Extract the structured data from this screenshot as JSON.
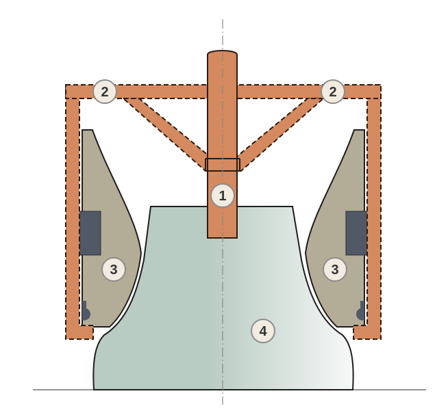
{
  "colors": {
    "frame": "#d48a5e",
    "frame_stroke": "#2b1a12",
    "pole_piece": "#b3ac96",
    "magnet_block": "#525966",
    "bell_left": "#b9ccc3",
    "bell_right": "#f6f8f7",
    "axis": "#8a8a8a",
    "ground": "#555555",
    "callout_fill": "#f1ebe1",
    "callout_stroke": "#8c8c8c"
  },
  "callouts": {
    "shaft": "1",
    "arm_left": "2",
    "arm_right": "2",
    "pole_left": "3",
    "pole_right": "3",
    "bell": "4"
  }
}
